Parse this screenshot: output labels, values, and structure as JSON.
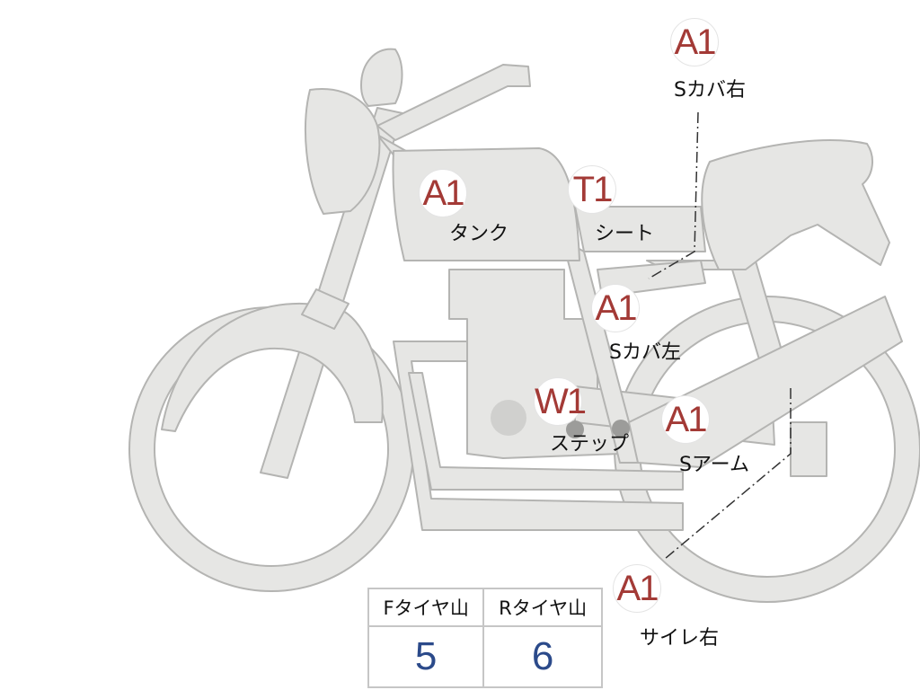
{
  "parts": [
    {
      "id": "s-cover-right",
      "grade": "A1",
      "label": "Sカバ右"
    },
    {
      "id": "tank",
      "grade": "A1",
      "label": "タンク"
    },
    {
      "id": "seat",
      "grade": "T1",
      "label": "シート"
    },
    {
      "id": "s-cover-left",
      "grade": "A1",
      "label": "Sカバ左"
    },
    {
      "id": "step",
      "grade": "W1",
      "label": "ステップ"
    },
    {
      "id": "swing-arm",
      "grade": "A1",
      "label": "Sアーム"
    },
    {
      "id": "silencer-right",
      "grade": "A1",
      "label": "サイレ右"
    }
  ],
  "tread_table": {
    "front_header": "Fタイヤ山",
    "rear_header": "Rタイヤ山",
    "front_value": "5",
    "rear_value": "6"
  },
  "colors": {
    "body_fill": "#e6e6e4",
    "outline": "#b4b4b2",
    "grade_text": "#a33a36",
    "value_text": "#2b4a8a"
  }
}
